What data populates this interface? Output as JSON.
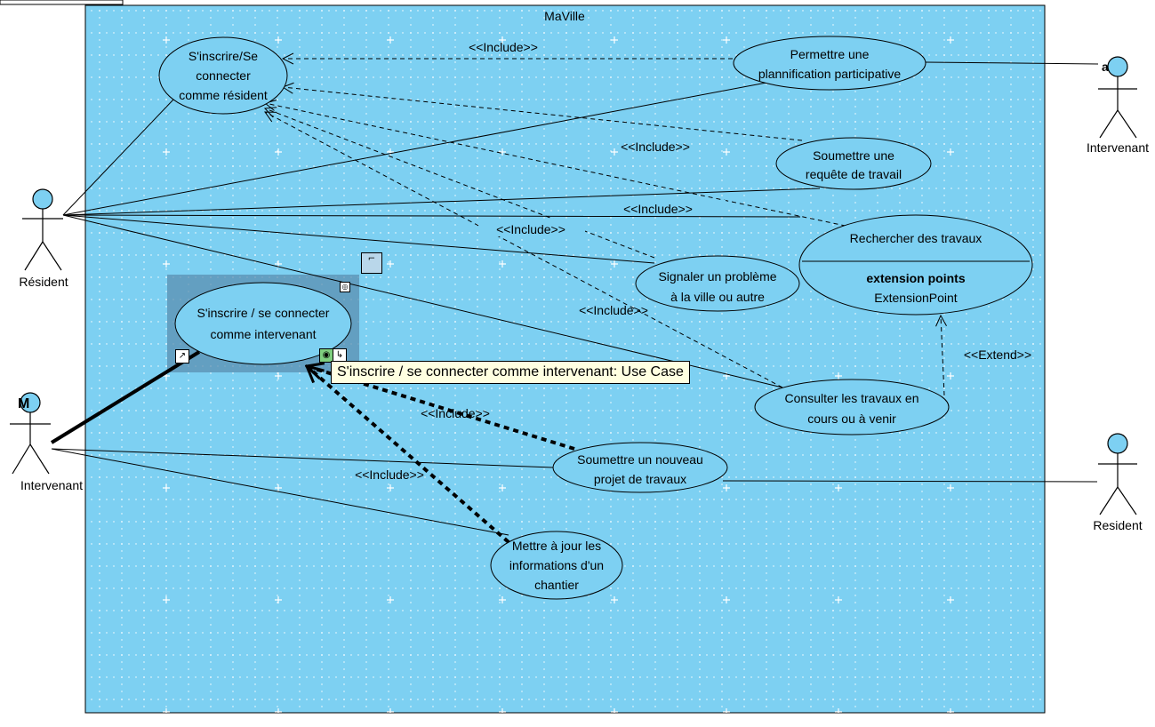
{
  "system": {
    "name": "MaVille"
  },
  "actors": [
    {
      "id": "resident-left",
      "label": "Résident"
    },
    {
      "id": "intervenant-left",
      "label": "Intervenant",
      "badge": "M"
    },
    {
      "id": "intervenant-right",
      "label": "Intervenant",
      "badge": "a"
    },
    {
      "id": "resident-right",
      "label": "Resident"
    }
  ],
  "use_cases": [
    {
      "id": "uc-inscrire-resident",
      "lines": [
        "S'inscrire/Se",
        "connecter",
        "comme résident"
      ]
    },
    {
      "id": "uc-planification",
      "lines": [
        "Permettre une",
        "plannification participative"
      ]
    },
    {
      "id": "uc-requete",
      "lines": [
        "Soumettre une",
        "requête de travail"
      ]
    },
    {
      "id": "uc-rechercher",
      "lines": [
        "Rechercher des travaux"
      ],
      "extension_title": "extension points",
      "extension_point": "ExtensionPoint"
    },
    {
      "id": "uc-signaler",
      "lines": [
        "Signaler un problème",
        "à la ville ou autre"
      ]
    },
    {
      "id": "uc-inscrire-intervenant",
      "lines": [
        "S'inscrire / se connecter",
        "comme intervenant"
      ]
    },
    {
      "id": "uc-consulter",
      "lines": [
        "Consulter les travaux en",
        "cours ou à venir"
      ]
    },
    {
      "id": "uc-soumettre-projet",
      "lines": [
        "Soumettre un nouveau",
        "projet de travaux"
      ]
    },
    {
      "id": "uc-mettre-a-jour",
      "lines": [
        "Mettre à jour les",
        "informations d'un",
        "chantier"
      ]
    }
  ],
  "stereotypes": {
    "include": "<<Include>>",
    "extend": "<<Extend>>"
  },
  "tooltip": {
    "text": "S'inscrire / se connecter comme intervenant: Use Case"
  },
  "colors": {
    "background": "#7dd0f2",
    "ellipse": "#7dd0f2",
    "stroke": "#000000",
    "selection": "#5b9bbf"
  }
}
